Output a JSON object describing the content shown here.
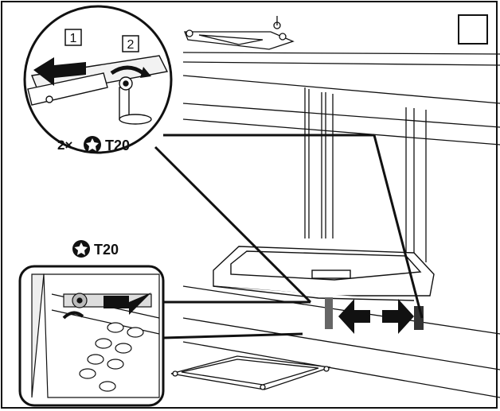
{
  "callouts": {
    "step_1": "1",
    "step_2": "2",
    "screw_count": "2×",
    "torx_top": "T20",
    "torx_bottom": "T20"
  },
  "icons": {
    "torx": "torx-star-icon",
    "arrow": "black-arrow-icon"
  },
  "colors": {
    "line": "#111111",
    "fill": "#ffffff"
  }
}
